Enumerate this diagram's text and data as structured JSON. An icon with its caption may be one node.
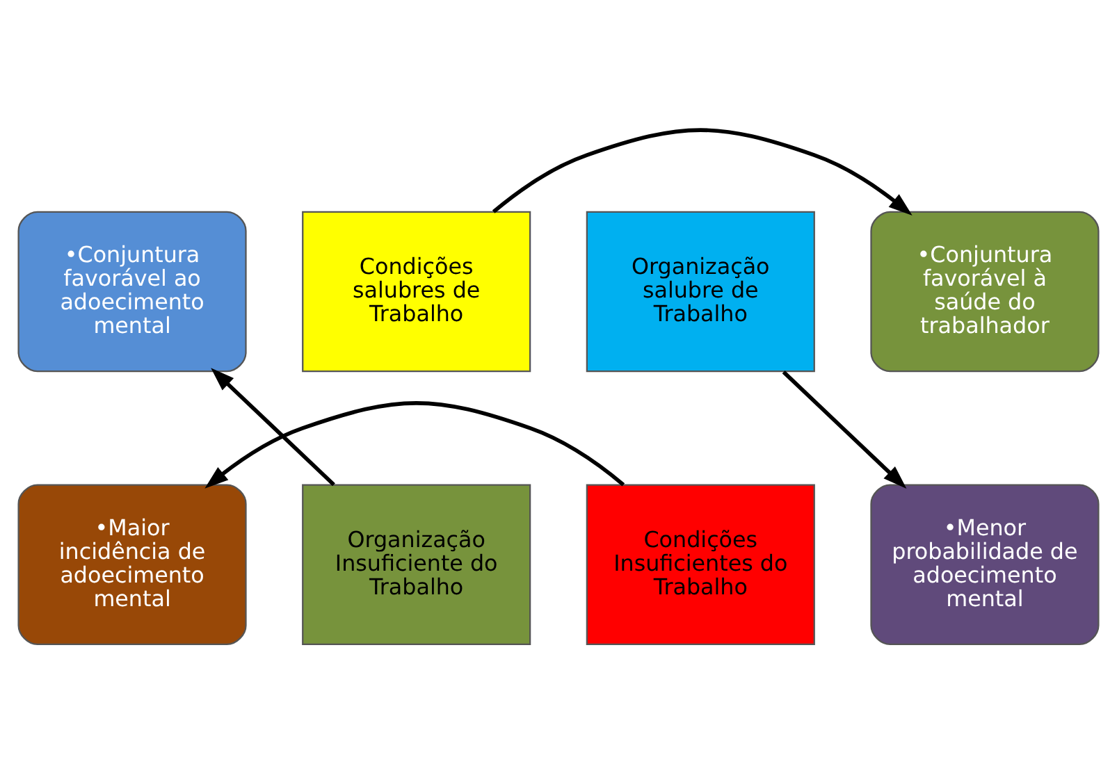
{
  "diagram": {
    "nodes": [
      {
        "text": [
          "•Conjuntura favorável ao adoecimento mental"
        ]
      },
      {
        "text": [
          "•Conjuntura favorável à saúde do trabalhador"
        ]
      },
      {
        "text": [
          "•Maior incidência de adoecimento mental"
        ]
      },
      {
        "text": [
          "•Menor probabilidade de adoecimento mental"
        ]
      },
      {
        "text": [
          "Condições salubres de Trabalho"
        ]
      },
      {
        "text": [
          "Organização salubre de Trabalho"
        ]
      },
      {
        "text": [
          "Organização Insuficiente do Trabalho"
        ]
      },
      {
        "text": [
          "Condições Insuficientes do Trabalho"
        ]
      }
    ],
    "edges": [
      {
        "from": 4,
        "to": 1,
        "arrow": "to"
      },
      {
        "from": 5,
        "to": 3,
        "arrow": "to"
      },
      {
        "from": 7,
        "to": 2,
        "arrow": "to"
      },
      {
        "from": 6,
        "to": 0,
        "arrow": "to"
      }
    ]
  }
}
